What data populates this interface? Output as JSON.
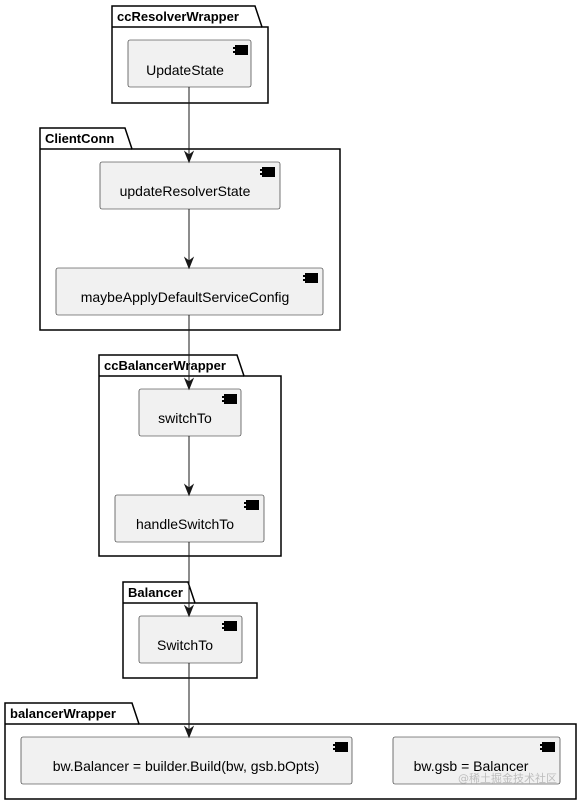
{
  "packages": {
    "resolver": "ccResolverWrapper",
    "clientconn": "ClientConn",
    "balancerwrapper_cc": "ccBalancerWrapper",
    "balancer": "Balancer",
    "balancerwrapper": "balancerWrapper"
  },
  "components": {
    "update_state": "UpdateState",
    "update_resolver_state": "updateResolverState",
    "maybe_apply": "maybeApplyDefaultServiceConfig",
    "switch_to_lower": "switchTo",
    "handle_switch_to": "handleSwitchTo",
    "switch_to_upper": "SwitchTo",
    "build": "bw.Balancer = builder.Build(bw, gsb.bOpts)",
    "gsb": "bw.gsb = Balancer"
  },
  "icons": {
    "component": "component-icon"
  },
  "watermark": "@稀土掘金技术社区"
}
